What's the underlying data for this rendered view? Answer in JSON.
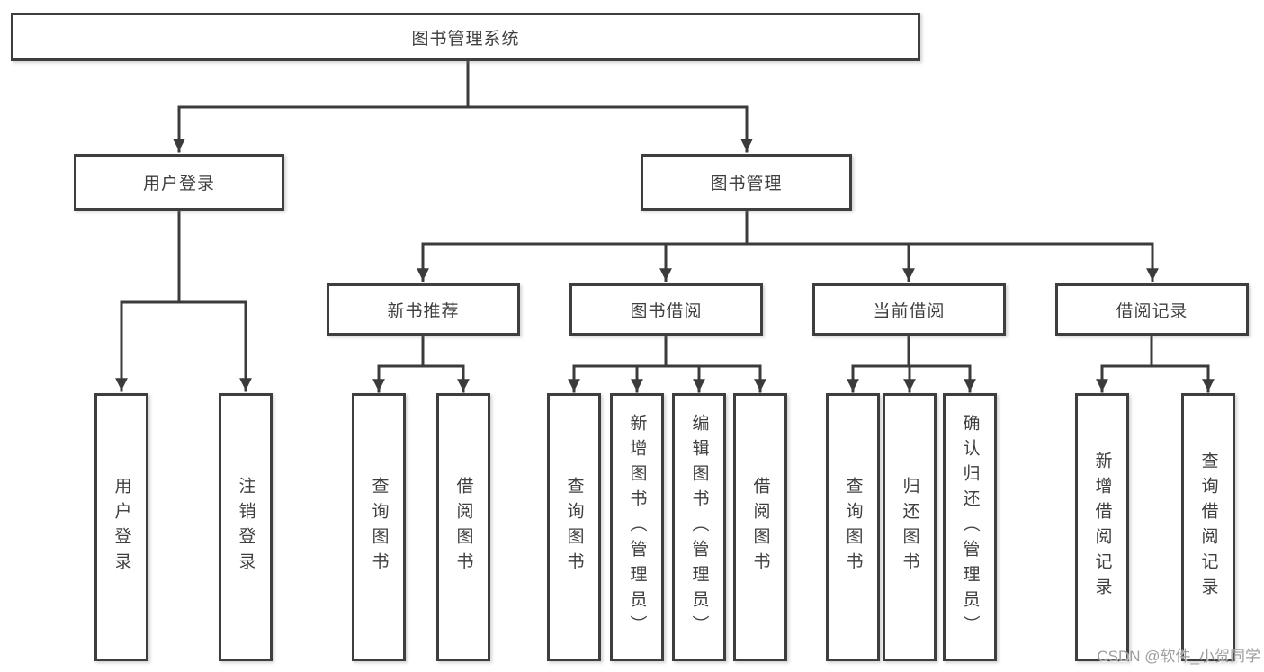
{
  "diagram": {
    "root": {
      "label": "图书管理系统"
    },
    "level2": [
      {
        "label": "用户登录"
      },
      {
        "label": "图书管理"
      }
    ],
    "level3": [
      {
        "label": "新书推荐"
      },
      {
        "label": "图书借阅"
      },
      {
        "label": "当前借阅"
      },
      {
        "label": "借阅记录"
      }
    ],
    "leaves": {
      "user_login": [
        "用户登录",
        "注销登录"
      ],
      "new_books": [
        "查询图书",
        "借阅图书"
      ],
      "book_borrow": [
        "查询图书",
        "新增图书（管理员）",
        "编辑图书（管理员）",
        "借阅图书"
      ],
      "current_borrow": [
        "查询图书",
        "归还图书",
        "确认归还（管理员）"
      ],
      "borrow_records": [
        "新增借阅记录",
        "查询借阅记录"
      ]
    }
  },
  "watermark": "CSDN @软件_小贺同学",
  "colors": {
    "line": "#3b3b3b",
    "box_border": "#3e3e3e",
    "text": "#3f3f3f",
    "background": "#ffffff",
    "watermark": "#9e9e9e"
  }
}
